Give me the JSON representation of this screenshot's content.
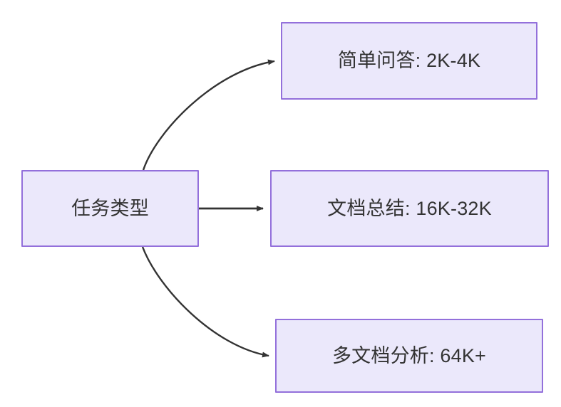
{
  "diagram": {
    "type": "flowchart",
    "direction": "left-to-right",
    "background_color": "#ffffff",
    "node_fill_color": "#EBE8FB",
    "node_border_color": "#9370DB",
    "node_text_color": "#333333",
    "edge_color": "#333333",
    "nodes": [
      {
        "id": "root",
        "label": "任务类型"
      },
      {
        "id": "simple",
        "label": "简单问答: 2K-4K"
      },
      {
        "id": "summary",
        "label": "文档总结: 16K-32K"
      },
      {
        "id": "multi",
        "label": "多文档分析: 64K+"
      }
    ],
    "edges": [
      {
        "from": "root",
        "to": "simple",
        "label": "",
        "style": "curved-arrow"
      },
      {
        "from": "root",
        "to": "summary",
        "label": "",
        "style": "straight-arrow"
      },
      {
        "from": "root",
        "to": "multi",
        "label": "",
        "style": "curved-arrow"
      }
    ]
  }
}
